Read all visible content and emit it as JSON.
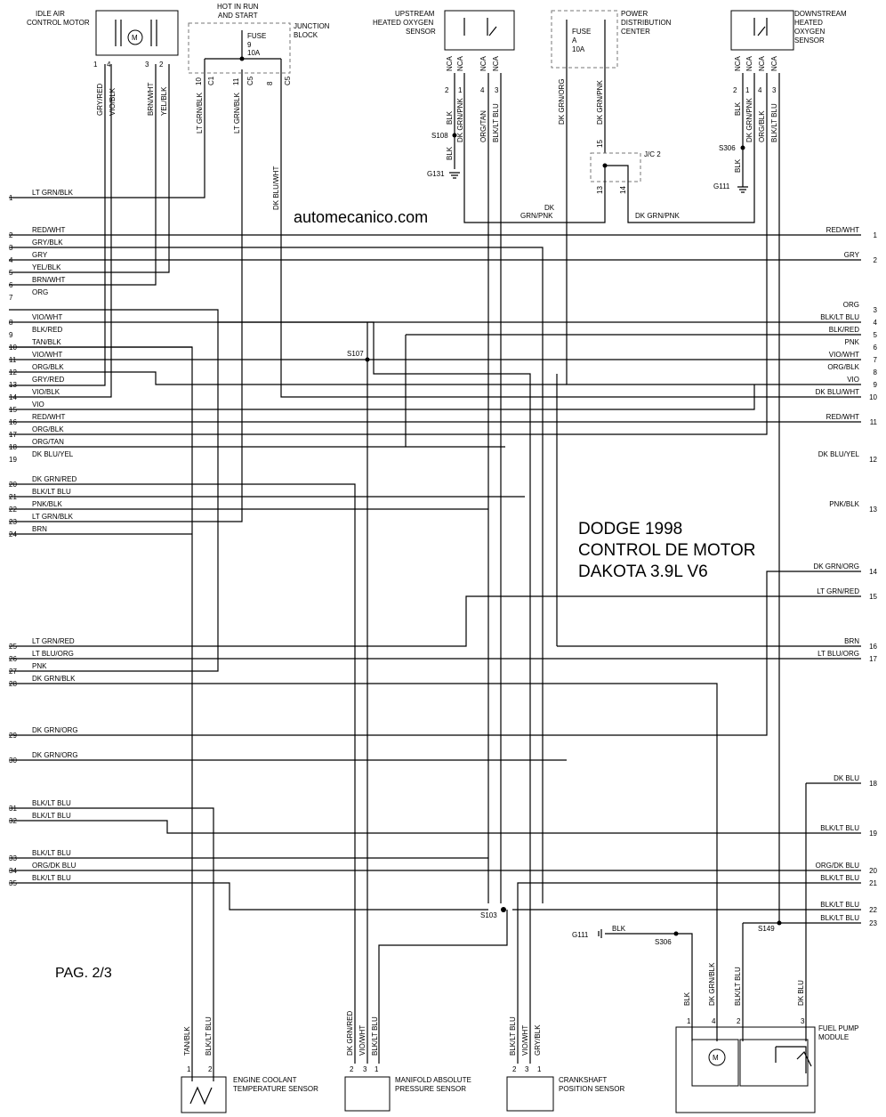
{
  "watermark": "automecanico.com",
  "title_lines": [
    "DODGE 1998",
    "CONTROL DE MOTOR",
    "DAKOTA 3.9L V6"
  ],
  "page_label": "PAG. 2/3",
  "left_connector": [
    {
      "pin": "1",
      "label": "LT GRN/BLK"
    },
    {
      "pin": "2",
      "label": "RED/WHT"
    },
    {
      "pin": "3",
      "label": "GRY/BLK"
    },
    {
      "pin": "4",
      "label": "GRY"
    },
    {
      "pin": "5",
      "label": "YEL/BLK"
    },
    {
      "pin": "6",
      "label": "BRN/WHT"
    },
    {
      "pin": "7",
      "label": "ORG"
    },
    {
      "pin": "8",
      "label": "VIO/WHT"
    },
    {
      "pin": "9",
      "label": "BLK/RED"
    },
    {
      "pin": "10",
      "label": "TAN/BLK"
    },
    {
      "pin": "11",
      "label": "VIO/WHT"
    },
    {
      "pin": "12",
      "label": "ORG/BLK"
    },
    {
      "pin": "13",
      "label": "GRY/RED"
    },
    {
      "pin": "14",
      "label": "VIO/BLK"
    },
    {
      "pin": "15",
      "label": "VIO"
    },
    {
      "pin": "16",
      "label": "RED/WHT"
    },
    {
      "pin": "17",
      "label": "ORG/BLK"
    },
    {
      "pin": "18",
      "label": "ORG/TAN"
    },
    {
      "pin": "19",
      "label": "DK BLU/YEL"
    },
    {
      "pin": "20",
      "label": "DK GRN/RED"
    },
    {
      "pin": "21",
      "label": "BLK/LT BLU"
    },
    {
      "pin": "22",
      "label": "PNK/BLK"
    },
    {
      "pin": "23",
      "label": "LT GRN/BLK"
    },
    {
      "pin": "24",
      "label": "BRN"
    },
    {
      "pin": "25",
      "label": "LT GRN/RED"
    },
    {
      "pin": "26",
      "label": "LT BLU/ORG"
    },
    {
      "pin": "27",
      "label": "PNK"
    },
    {
      "pin": "28",
      "label": "DK GRN/BLK"
    },
    {
      "pin": "29",
      "label": "DK GRN/ORG"
    },
    {
      "pin": "30",
      "label": "DK GRN/ORG"
    },
    {
      "pin": "31",
      "label": "BLK/LT BLU"
    },
    {
      "pin": "32",
      "label": "BLK/LT BLU"
    },
    {
      "pin": "33",
      "label": "BLK/LT BLU"
    },
    {
      "pin": "34",
      "label": "ORG/DK BLU"
    },
    {
      "pin": "35",
      "label": "BLK/LT BLU"
    }
  ],
  "right_connector": [
    {
      "pin": "1",
      "label": "RED/WHT"
    },
    {
      "pin": "2",
      "label": "GRY"
    },
    {
      "pin": "3",
      "label": "ORG"
    },
    {
      "pin": "4",
      "label": "BLK/LT BLU"
    },
    {
      "pin": "5",
      "label": "BLK/RED"
    },
    {
      "pin": "6",
      "label": "PNK"
    },
    {
      "pin": "7",
      "label": "VIO/WHT"
    },
    {
      "pin": "8",
      "label": "ORG/BLK"
    },
    {
      "pin": "9",
      "label": "VIO"
    },
    {
      "pin": "10",
      "label": "DK BLU/WHT"
    },
    {
      "pin": "11",
      "label": "RED/WHT"
    },
    {
      "pin": "12",
      "label": "DK BLU/YEL"
    },
    {
      "pin": "13",
      "label": "PNK/BLK"
    },
    {
      "pin": "14",
      "label": "DK GRN/ORG"
    },
    {
      "pin": "15",
      "label": "LT GRN/RED"
    },
    {
      "pin": "16",
      "label": "BRN"
    },
    {
      "pin": "17",
      "label": "LT BLU/ORG"
    },
    {
      "pin": "18",
      "label": "DK BLU"
    },
    {
      "pin": "19",
      "label": "BLK/LT BLU"
    },
    {
      "pin": "20",
      "label": "ORG/DK BLU"
    },
    {
      "pin": "21",
      "label": "BLK/LT BLU"
    },
    {
      "pin": "22",
      "label": "BLK/LT BLU"
    },
    {
      "pin": "23",
      "label": "BLK/LT BLU"
    }
  ],
  "components": {
    "iac": {
      "name": [
        "IDLE AIR",
        "CONTROL MOTOR"
      ],
      "motor": "M",
      "pins": [
        "1",
        "4",
        "3",
        "2"
      ],
      "wires": [
        "GRY/RED",
        "VIO/BLK",
        "BRN/WHT",
        "YEL/BLK"
      ]
    },
    "junction": {
      "name": [
        "HOT IN RUN",
        "AND START"
      ],
      "block": [
        "JUNCTION",
        "BLOCK"
      ],
      "fuse": [
        "FUSE",
        "9",
        "10A"
      ],
      "pins": [
        "10",
        "11",
        "8"
      ],
      "cavities": [
        "C1",
        "C5",
        "C5"
      ],
      "wires": [
        "LT GRN/BLK",
        "LT GRN/BLK",
        "DK BLU/WHT"
      ]
    },
    "upstream": {
      "name": [
        "UPSTREAM",
        "HEATED OXYGEN",
        "SENSOR"
      ],
      "nca": [
        "NCA",
        "NCA",
        "NCA",
        "NCA"
      ],
      "pins": [
        "2",
        "1",
        "4",
        "3"
      ],
      "wires": [
        "BLK",
        "DK GRN/PNK",
        "ORG/TAN",
        "BLK/LT BLU"
      ],
      "splice": "S108",
      "ground": "G131",
      "ground_wire": "BLK"
    },
    "pdc": {
      "name": [
        "POWER",
        "DISTRIBUTION",
        "CENTER"
      ],
      "fuse": [
        "FUSE",
        "A",
        "10A"
      ],
      "wires": [
        "DK GRN/ORG",
        "DK GRN/PNK"
      ],
      "jc": "J/C 2",
      "jc_pins": [
        "15",
        "13",
        "14"
      ],
      "bus_left": [
        "DK",
        "GRN/PNK"
      ],
      "bus_right": "DK GRN/PNK"
    },
    "downstream": {
      "name": [
        "DOWNSTREAM",
        "HEATED",
        "OXYGEN",
        "SENSOR"
      ],
      "nca": [
        "NCA",
        "NCA",
        "NCA",
        "NCA"
      ],
      "pins": [
        "2",
        "1",
        "4",
        "3"
      ],
      "wires": [
        "BLK",
        "DK GRN/PNK",
        "ORG/BLK",
        "BLK/LT BLU"
      ],
      "splice": "S306",
      "ground": "G111",
      "ground_wire": "BLK"
    },
    "ect": {
      "name": [
        "ENGINE COOLANT",
        "TEMPERATURE SENSOR"
      ],
      "pins": [
        "1",
        "2"
      ],
      "wires": [
        "TAN/BLK",
        "BLK/LT BLU"
      ]
    },
    "map": {
      "name": [
        "MANIFOLD ABSOLUTE",
        "PRESSURE SENSOR"
      ],
      "pins": [
        "2",
        "3",
        "1"
      ],
      "wires": [
        "DK GRN/RED",
        "VIO/WHT",
        "BLK/LT BLU"
      ]
    },
    "ckp": {
      "name": [
        "CRANKSHAFT",
        "POSITION SENSOR"
      ],
      "pins": [
        "2",
        "3",
        "1"
      ],
      "wires": [
        "BLK/LT BLU",
        "VIO/WHT",
        "GRY/BLK"
      ]
    },
    "fuel": {
      "name": [
        "FUEL PUMP",
        "MODULE"
      ],
      "motor": "M",
      "pins": [
        "1",
        "4",
        "2",
        "3"
      ],
      "wires": [
        "BLK",
        "DK GRN/BLK",
        "BLK/LT BLU",
        "DK BLU"
      ]
    },
    "splices": {
      "s107": "S107",
      "s103": "S103",
      "s149": "S149",
      "s306b": "S306",
      "g111b": "G111",
      "g111b_wire": "BLK"
    }
  }
}
